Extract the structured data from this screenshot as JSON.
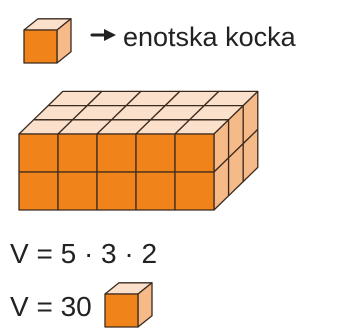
{
  "legend": {
    "arrow_icon": "arrow-right-icon",
    "text": "enotska kocka"
  },
  "solid": {
    "length_units": 5,
    "width_units": 3,
    "height_units": 2
  },
  "formula": {
    "line1": "V = 5 · 3 · 2",
    "line2": "V = 30"
  },
  "colors": {
    "front_face": "#f0841a",
    "top_face": "#fbe0cb",
    "side_face": "#f6b988",
    "edge": "#3a2a1e"
  }
}
